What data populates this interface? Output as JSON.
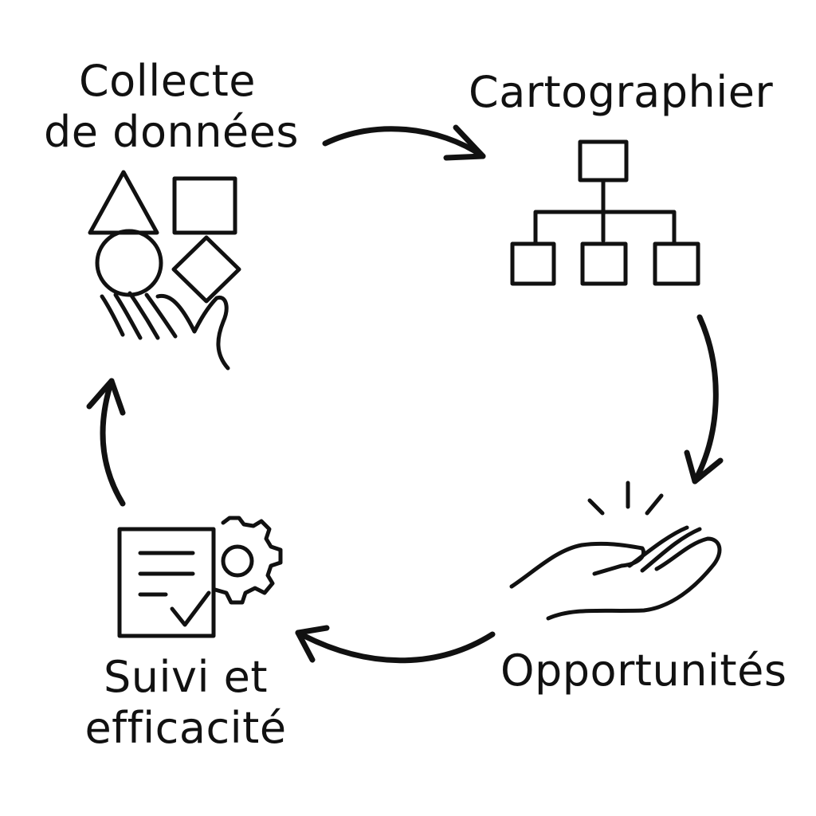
{
  "colors": {
    "ink": "#111111",
    "background": "#ffffff"
  },
  "steps": [
    {
      "lines": [
        "Collecte",
        "de données"
      ],
      "icon": "shapes-in-hand-icon"
    },
    {
      "lines": [
        "Cartographier"
      ],
      "icon": "org-chart-icon"
    },
    {
      "lines": [
        "Opportunités"
      ],
      "icon": "open-hand-icon"
    },
    {
      "lines": [
        "Suivi et",
        "efficacité"
      ],
      "icon": "checklist-gear-icon"
    }
  ],
  "flow": "clockwise"
}
